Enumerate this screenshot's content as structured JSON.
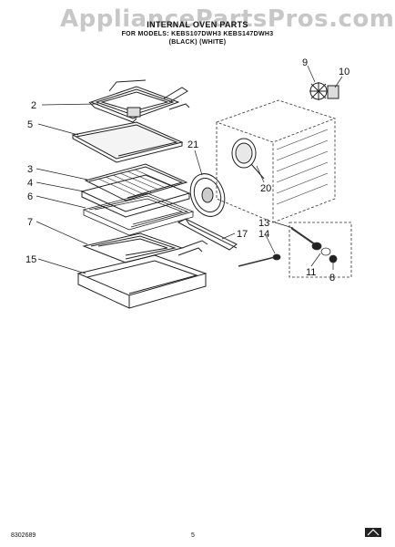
{
  "watermark": "AppliancePartsPros.com",
  "header": {
    "line1": "INTERNAL OVEN PARTS",
    "line2": "FOR MODELS: KEBS107DWH3 KEBS147DWH3",
    "line3": "(BLACK) (WHITE)"
  },
  "callouts": {
    "c2": "2",
    "c5": "5",
    "c3": "3",
    "c4": "4",
    "c6": "6",
    "c7": "7",
    "c15": "15",
    "c21": "21",
    "c20": "20",
    "c9": "9",
    "c10": "10",
    "c17": "17",
    "c13": "13",
    "c14": "14",
    "c11": "11",
    "c8": "8"
  },
  "footer": {
    "code": "8302689",
    "page": "5"
  }
}
